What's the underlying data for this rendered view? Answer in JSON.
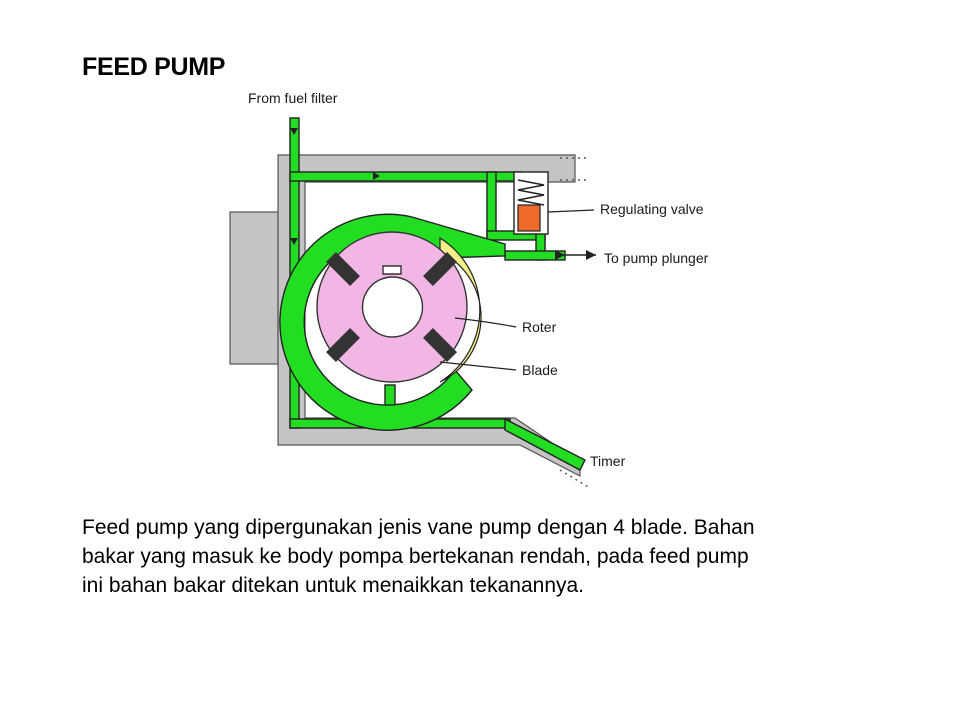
{
  "title": "FEED PUMP",
  "diagram": {
    "labels": {
      "inlet": "From fuel filter",
      "regulating_valve": "Regulating valve",
      "outlet": "To pump plunger",
      "rotor": "Roter",
      "blade": "Blade",
      "timer": "Timer"
    },
    "colors": {
      "body": "#c4c4c4",
      "fuel": "#22dd22",
      "rotor": "#f2b6e4",
      "cam_ring": "#f4f08a",
      "valve": "#ee6a2a",
      "blade": "#333333"
    }
  },
  "description": {
    "lines": [
      "Feed pump yang dipergunakan jenis vane pump dengan 4 blade. Bahan",
      "bakar yang masuk ke body pompa bertekanan rendah, pada feed pump",
      "ini bahan bakar ditekan untuk menaikkan tekanannya."
    ]
  }
}
